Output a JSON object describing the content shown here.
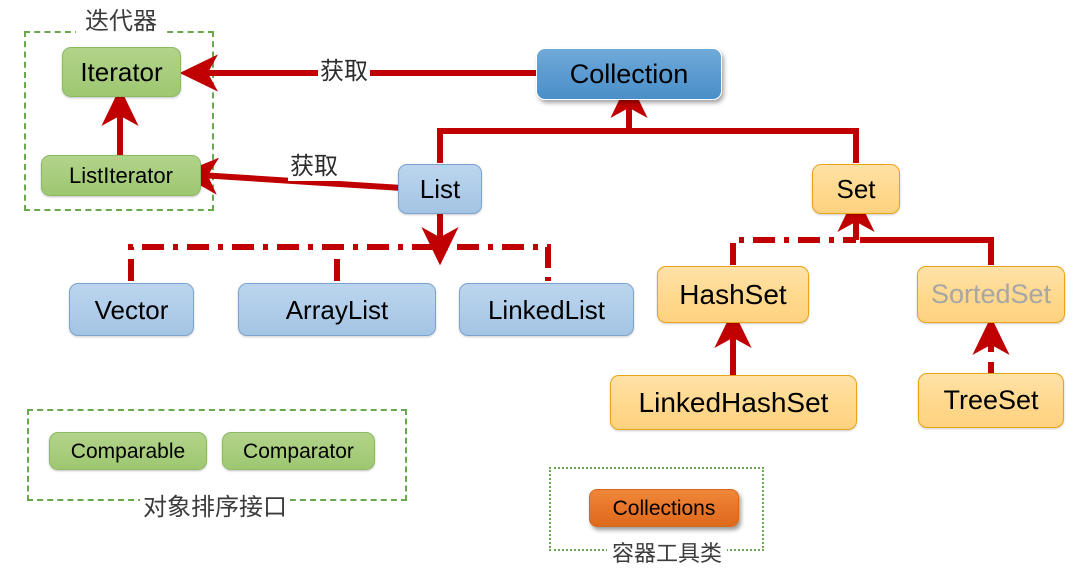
{
  "diagram": {
    "title": "Java Collection Framework Hierarchy",
    "colors": {
      "connector": "#c00000",
      "group_border": "#6aa84f",
      "green_fill": "#a9ce7f",
      "blue_dark_fill": "#5b9bd1",
      "blue_light_fill": "#b0cde9",
      "amber_fill": "#ffd98f",
      "orange_fill": "#e8762a",
      "muted_text": "#a6a6a6"
    }
  },
  "nodes": {
    "iterator": "Iterator",
    "list_iterator": "ListIterator",
    "collection": "Collection",
    "list": "List",
    "set": "Set",
    "vector": "Vector",
    "array_list": "ArrayList",
    "linked_list": "LinkedList",
    "hash_set": "HashSet",
    "sorted_set": "SortedSet",
    "linked_hash_set": "LinkedHashSet",
    "tree_set": "TreeSet",
    "comparable": "Comparable",
    "comparator": "Comparator",
    "collections": "Collections"
  },
  "groups": {
    "iterator_group_label": "迭代器",
    "sorting_group_label": "对象排序接口",
    "utility_group_label": "容器工具类"
  },
  "edge_labels": {
    "collection_to_iterator": "获取",
    "list_to_list_iterator": "获取"
  },
  "relations": [
    {
      "from": "List",
      "to": "Collection",
      "style": "solid-arrow"
    },
    {
      "from": "Set",
      "to": "Collection",
      "style": "solid-arrow"
    },
    {
      "from": "Vector",
      "to": "List",
      "style": "dash-dot-arrow"
    },
    {
      "from": "ArrayList",
      "to": "List",
      "style": "dash-dot-arrow"
    },
    {
      "from": "LinkedList",
      "to": "List",
      "style": "dash-dot-arrow"
    },
    {
      "from": "HashSet",
      "to": "Set",
      "style": "dash-dot-arrow"
    },
    {
      "from": "SortedSet",
      "to": "Set",
      "style": "solid-arrow"
    },
    {
      "from": "LinkedHashSet",
      "to": "HashSet",
      "style": "solid-arrow"
    },
    {
      "from": "TreeSet",
      "to": "SortedSet",
      "style": "dashed-arrow"
    },
    {
      "from": "ListIterator",
      "to": "Iterator",
      "style": "solid-arrow"
    },
    {
      "from": "Collection",
      "to": "Iterator",
      "style": "solid-arrow-label"
    },
    {
      "from": "List",
      "to": "ListIterator",
      "style": "solid-arrow-label"
    }
  ]
}
